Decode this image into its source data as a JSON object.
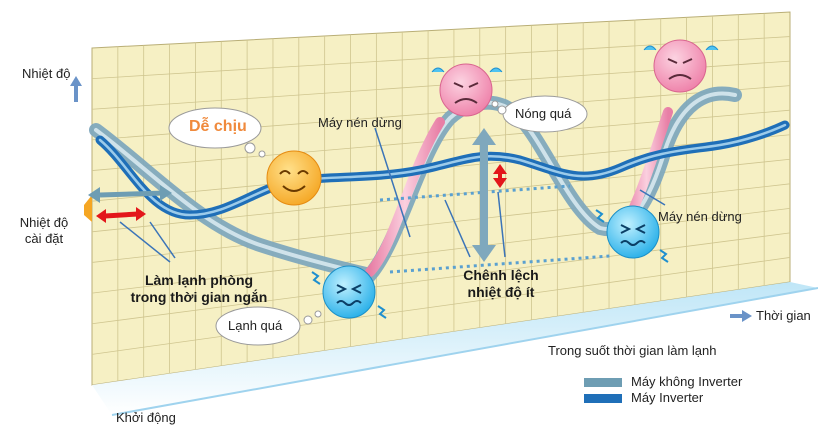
{
  "labels": {
    "y_axis": "Nhiệt độ",
    "setpoint_line1": "Nhiệt độ",
    "setpoint_line2": "cài đặt",
    "x_axis": "Thời gian",
    "start": "Khởi động",
    "cooling_period": "Trong suốt thời gian làm lạnh",
    "compressor_stop_1": "Máy nén dừng",
    "compressor_stop_2": "Máy nén dừng",
    "fast_cooling_line1": "Làm lạnh phòng",
    "fast_cooling_line2": "trong thời gian ngắn",
    "small_diff_line1": "Chênh lệch",
    "small_diff_line2": "nhiệt độ ít"
  },
  "clouds": {
    "comfortable": "Dễ chịu",
    "too_hot": "Nóng quá",
    "too_cold": "Lạnh quá"
  },
  "legend": [
    {
      "label": "Máy không Inverter",
      "color": "#6e9db3"
    },
    {
      "label": "Máy Inverter",
      "color": "#1f6fb8"
    }
  ],
  "colors": {
    "grid_bg": "#f6f0c4",
    "grid_line": "#c9c08a",
    "inverter": "#1f6fb8",
    "non_inverter": "#7fa8bd",
    "hot_face": "#f4a0bf",
    "cold_face": "#4fc3f0",
    "happy_face": "#f9b233",
    "arrow_red": "#e3161b"
  }
}
